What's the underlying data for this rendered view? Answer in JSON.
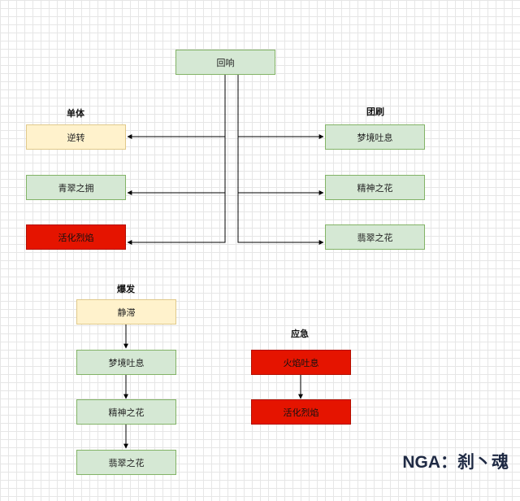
{
  "nodes": {
    "root": "回响",
    "single_1": "逆转",
    "single_2": "青翠之拥",
    "single_3": "活化烈焰",
    "group_1": "梦境吐息",
    "group_2": "精神之花",
    "group_3": "翡翠之花",
    "burst_1": "静滞",
    "burst_2": "梦境吐息",
    "burst_3": "精神之花",
    "burst_4": "翡翠之花",
    "emergency_1": "火焰吐息",
    "emergency_2": "活化烈焰"
  },
  "section_labels": {
    "single": "单体",
    "group": "团刷",
    "burst": "爆发",
    "emergency": "应急"
  },
  "watermark": "NGA：刹丶魂",
  "colors": {
    "green_fill": "#d5e8d4",
    "green_stroke": "#82b366",
    "yellow_fill": "#fff2cc",
    "red_fill": "#e51400",
    "edge": "#000000"
  }
}
